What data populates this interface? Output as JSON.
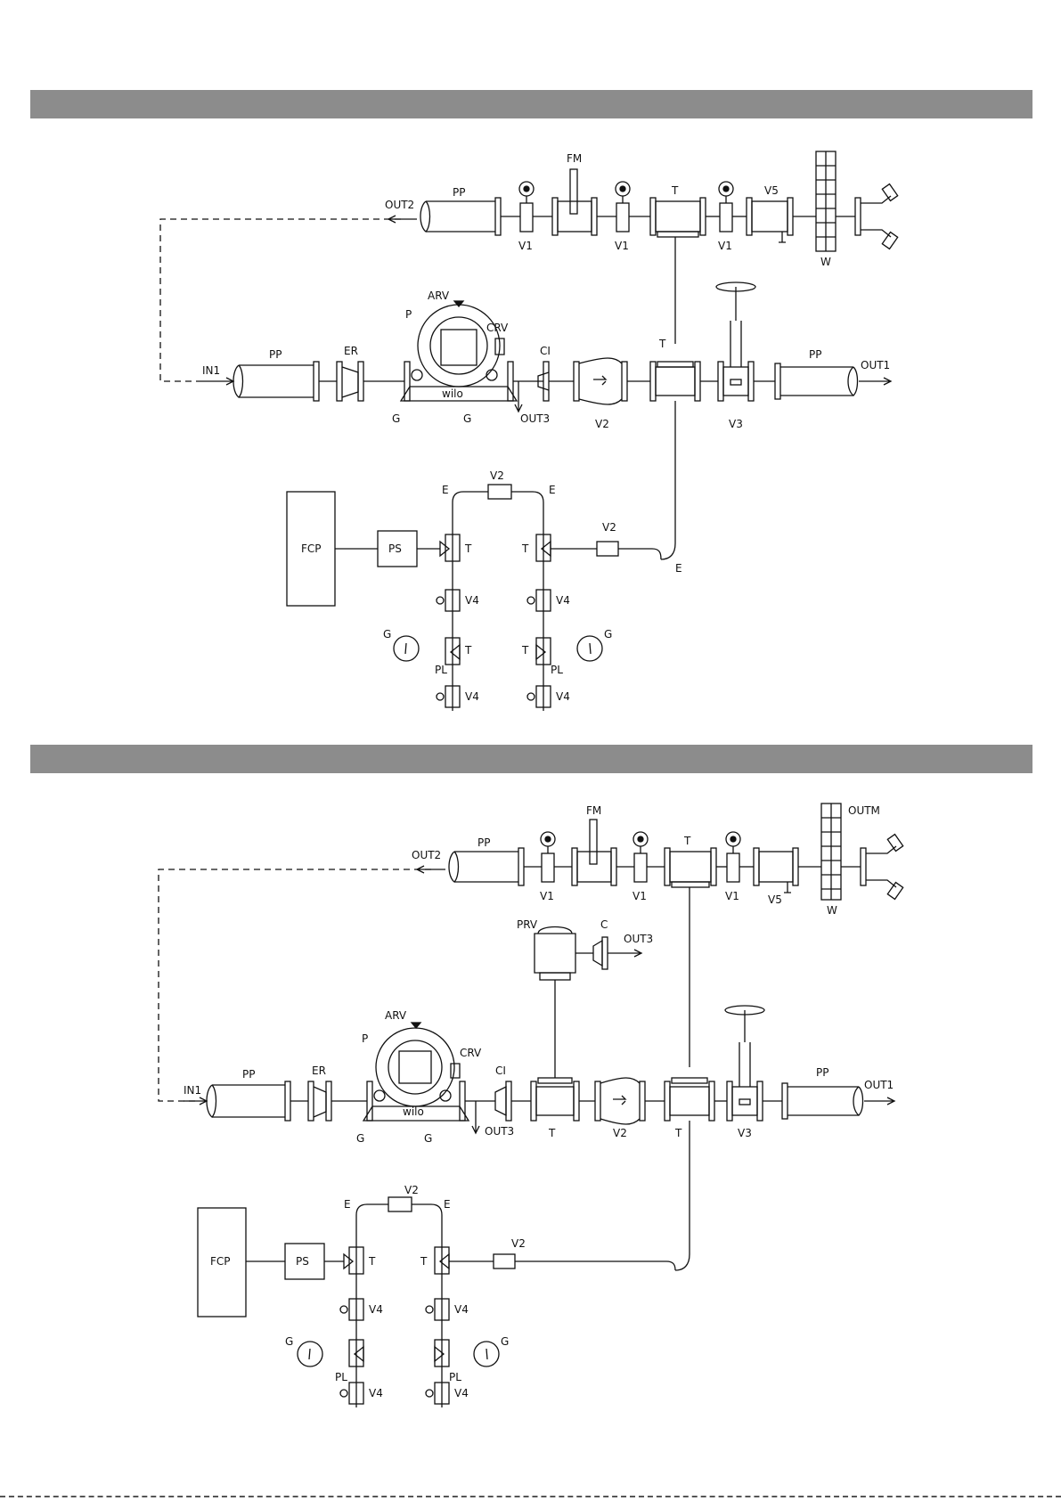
{
  "labels": {
    "pp": "PP",
    "out1": "OUT1",
    "out2": "OUT2",
    "out3": "OUT3",
    "outm": "OUTM",
    "in1": "IN1",
    "er": "ER",
    "ci": "CI",
    "p": "P",
    "arv": "ARV",
    "crv": "CRV",
    "g": "G",
    "v1": "V1",
    "v2": "V2",
    "v3": "V3",
    "v4": "V4",
    "v5": "V5",
    "fm": "FM",
    "t": "T",
    "w": "W",
    "e": "E",
    "fcp": "FCP",
    "ps": "PS",
    "pl": "PL",
    "prv": "PRV",
    "c": "C",
    "brand": "wilo"
  }
}
